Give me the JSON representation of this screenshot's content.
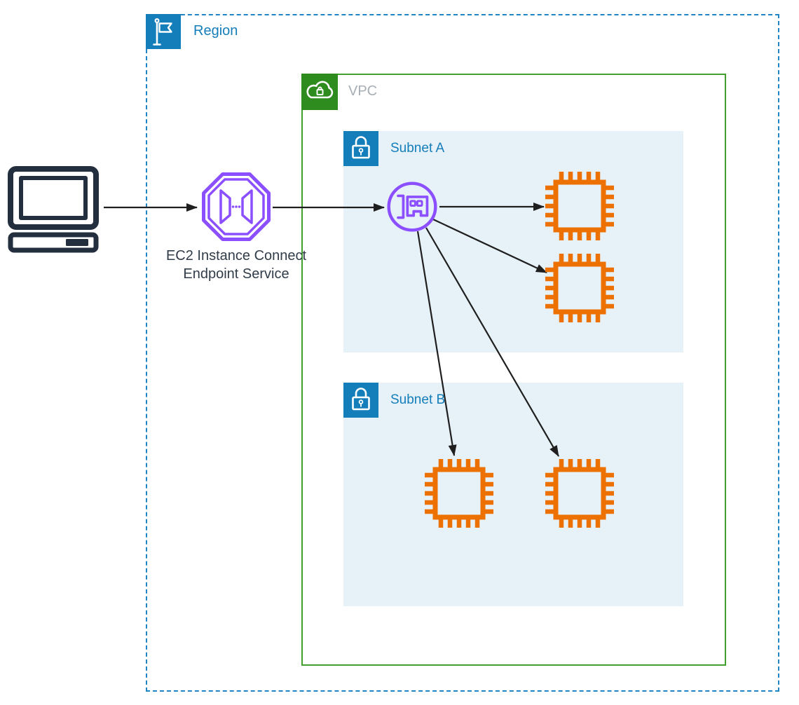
{
  "region": {
    "label": "Region"
  },
  "vpc": {
    "label": "VPC"
  },
  "subnets": [
    {
      "id": "subnet-a",
      "label": "Subnet A"
    },
    {
      "id": "subnet-b",
      "label": "Subnet B"
    }
  ],
  "endpoint_service_label": {
    "line1": "EC2 Instance Connect",
    "line2": "Endpoint Service"
  },
  "nodes": {
    "client": "desktop-computer",
    "endpoint_service": "ec2-instance-connect-endpoint-service",
    "network_interface": "endpoint-network-interface",
    "instances_in_subnet_a": 2,
    "instances_in_subnet_b": 2
  },
  "icons": {
    "region": "flag-icon",
    "vpc": "cloud-lock-icon",
    "subnet": "padlock-icon",
    "client": "computer-icon",
    "endpoint_service": "purple-octagon-endpoint-icon",
    "network_interface": "purple-circle-network-card-icon",
    "instance": "orange-chip-ec2-instance-icon"
  },
  "colors": {
    "region_blue": "#147EBA",
    "region_border_blue": "#1F85C4",
    "vpc_border_green": "#42A12E",
    "vpc_icon_green": "#2E8B1E",
    "vpc_label_gray": "#A7AEB4",
    "subnet_fill_blue": "#E7F1F8",
    "subnet_icon_blue": "#147EBA",
    "endpoint_purple": "#8C4FFF",
    "instance_orange": "#ED7100",
    "client_dark": "#232F3E",
    "arrow_dark": "#1F1F1F",
    "label_dark": "#313C49"
  }
}
